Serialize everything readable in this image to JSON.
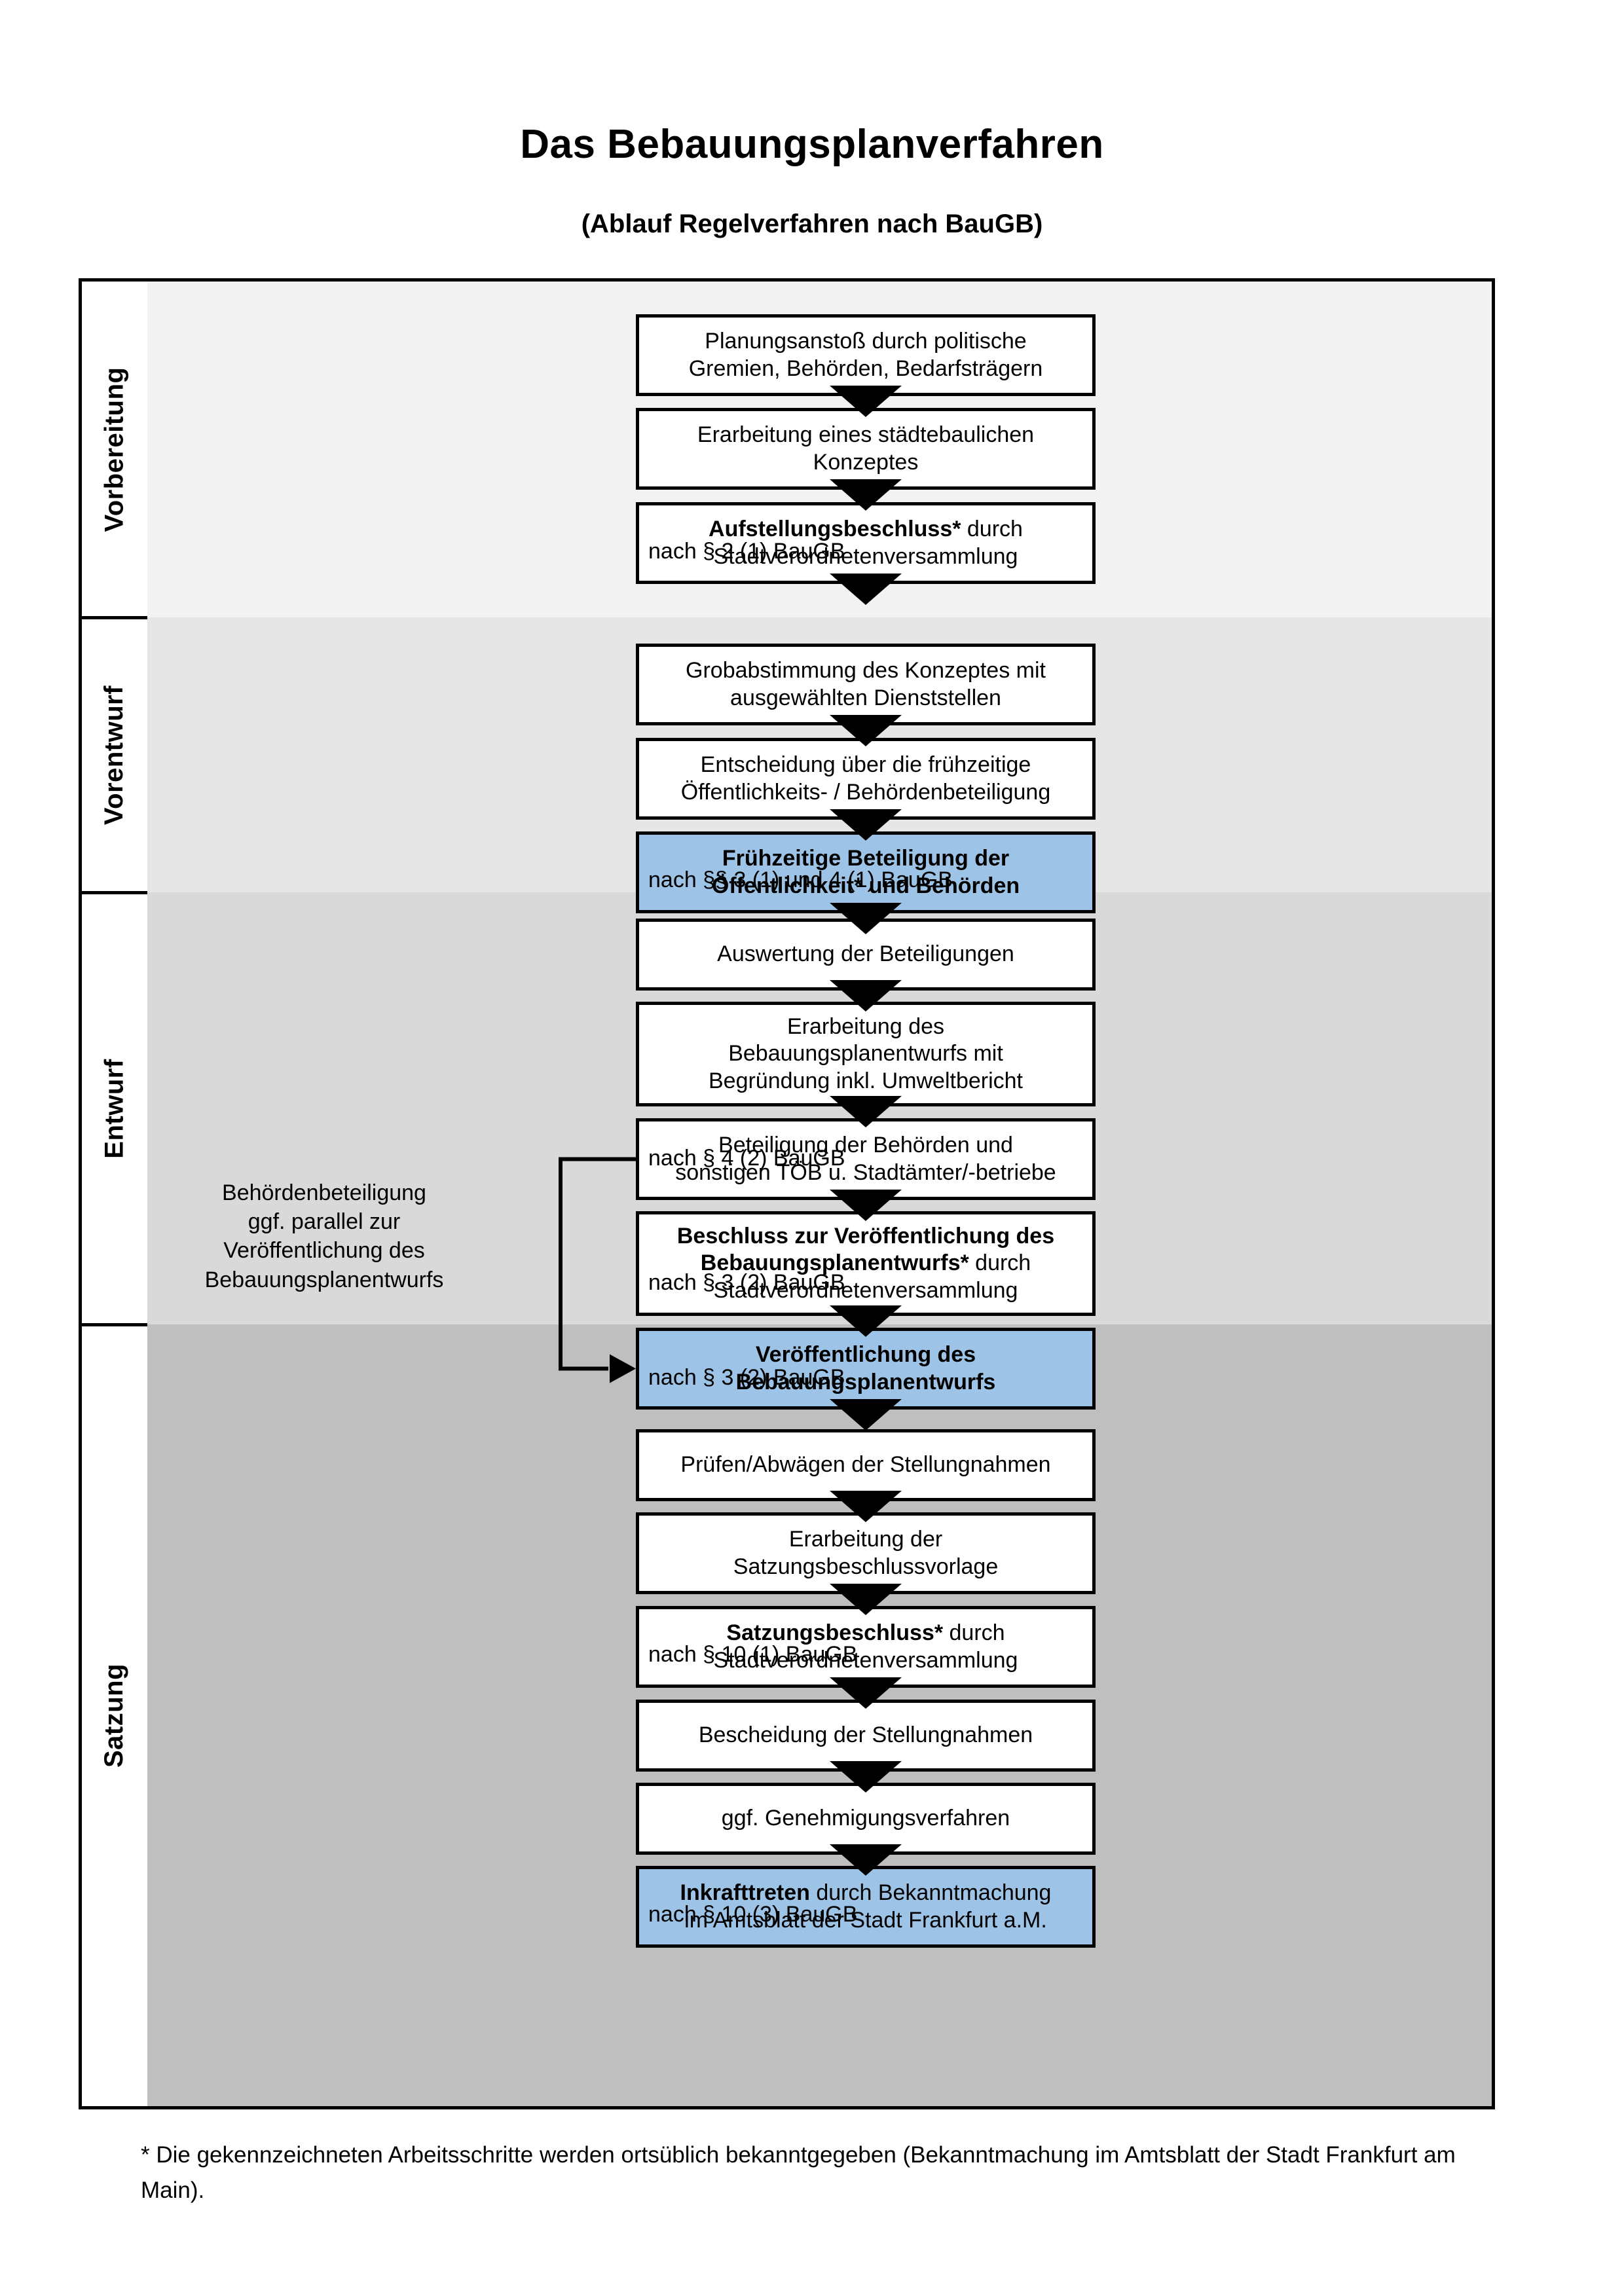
{
  "header": {
    "title": "Das Bebauungsplanverfahren",
    "subtitle": "(Ablauf Regelverfahren nach BauGB)"
  },
  "phases": [
    {
      "id": "vorbereitung",
      "label": "Vorbereitung",
      "band_color": "#F2F2F2"
    },
    {
      "id": "vorentwurf",
      "label": "Vorentwurf",
      "band_color": "#E6E6E6"
    },
    {
      "id": "entwurf",
      "label": "Entwurf",
      "band_color": "#D9D9D9"
    },
    {
      "id": "satzung",
      "label": "Satzung",
      "band_color": "#BFBFBF"
    }
  ],
  "steps": [
    {
      "id": "s1",
      "phase": "vorbereitung",
      "bold": "",
      "text": "Planungsanstoß durch politische\nGremien, Behörden, Bedarfsträgern",
      "highlight": false
    },
    {
      "id": "s2",
      "phase": "vorbereitung",
      "bold": "",
      "text": "Erarbeitung eines städtebaulichen\nKonzeptes",
      "highlight": false
    },
    {
      "id": "s3",
      "phase": "vorbereitung",
      "bold": "Aufstellungsbeschluss*",
      "text": " durch\nStadtverordnetenversammlung",
      "highlight": false
    },
    {
      "id": "s4",
      "phase": "vorentwurf",
      "bold": "",
      "text": "Grobabstimmung des Konzeptes mit\nausgewählten Dienststellen",
      "highlight": false
    },
    {
      "id": "s5",
      "phase": "vorentwurf",
      "bold": "",
      "text": "Entscheidung über die frühzeitige\nÖffentlichkeits- / Behördenbeteiligung",
      "highlight": false
    },
    {
      "id": "s6",
      "phase": "vorentwurf",
      "bold": "Frühzeitige Beteiligung der\nÖffentlichkeit* und Behörden",
      "text": "",
      "highlight": true
    },
    {
      "id": "s7",
      "phase": "entwurf",
      "bold": "",
      "text": "Auswertung der Beteiligungen",
      "highlight": false
    },
    {
      "id": "s8",
      "phase": "entwurf",
      "bold": "",
      "text": "Erarbeitung des\nBebauungsplanentwurfs mit\nBegründung inkl. Umweltbericht",
      "highlight": false
    },
    {
      "id": "s9",
      "phase": "entwurf",
      "bold": "",
      "text": "Beteiligung der Behörden und\nsonstigen TÖB u. Stadtämter/-betriebe",
      "highlight": false
    },
    {
      "id": "s10",
      "phase": "entwurf",
      "bold": "Beschluss zur Veröffentlichung des\nBebauungsplanentwurfs*",
      "text": " durch\nStadtverordnetenversammlung",
      "highlight": false
    },
    {
      "id": "s11",
      "phase": "entwurf",
      "bold": "Veröffentlichung des\nBebauungsplanentwurfs",
      "text": "",
      "highlight": true
    },
    {
      "id": "s12",
      "phase": "satzung",
      "bold": "",
      "text": "Prüfen/Abwägen der Stellungnahmen",
      "highlight": false
    },
    {
      "id": "s13",
      "phase": "satzung",
      "bold": "",
      "text": "Erarbeitung der\nSatzungsbeschlussvorlage",
      "highlight": false
    },
    {
      "id": "s14",
      "phase": "satzung",
      "bold": "Satzungsbeschluss*",
      "text": " durch\nStadtverordnetenversammlung",
      "highlight": false
    },
    {
      "id": "s15",
      "phase": "satzung",
      "bold": "",
      "text": "Bescheidung der Stellungnahmen",
      "highlight": false
    },
    {
      "id": "s16",
      "phase": "satzung",
      "bold": "",
      "text": "ggf. Genehmigungsverfahren",
      "highlight": false
    },
    {
      "id": "s17",
      "phase": "satzung",
      "bold": "Inkrafttreten",
      "text": " durch Bekanntmachung\nim Amtsblatt der Stadt Frankfurt a.M.",
      "highlight": true
    }
  ],
  "legal_refs": [
    {
      "id": "r1",
      "text": "nach § 2 (1) BauGB",
      "step": "s3"
    },
    {
      "id": "r2",
      "text": "nach §§ 3 (1) und 4 (1) BauGB",
      "step": "s6"
    },
    {
      "id": "r3",
      "text": "nach § 4 (2) BauGB",
      "step": "s9"
    },
    {
      "id": "r4",
      "text": "nach § 3 (2) BauGB",
      "step": "s10"
    },
    {
      "id": "r5",
      "text": "nach § 3 (2) BauGB",
      "step": "s11"
    },
    {
      "id": "r6",
      "text": "nach § 10 (1) BauGB",
      "step": "s14"
    },
    {
      "id": "r7",
      "text": "nach § 10 (3) BauGB",
      "step": "s17"
    }
  ],
  "side_note": {
    "text": "Behördenbeteiligung\nggf. parallel zur\nVeröffentlichung des\nBebauungsplanentwurfs"
  },
  "footnote": {
    "text": "* Die gekennzeichneten Arbeitsschritte werden ortsüblich bekanntgegeben (Bekanntmachung im Amtsblatt  der Stadt Frankfurt am Main)."
  },
  "colors": {
    "highlight_blue": "#9DC3E6",
    "border": "#000000",
    "band_1": "#F2F2F2",
    "band_2": "#E6E6E6",
    "band_3": "#D9D9D9",
    "band_4": "#BFBFBF"
  }
}
